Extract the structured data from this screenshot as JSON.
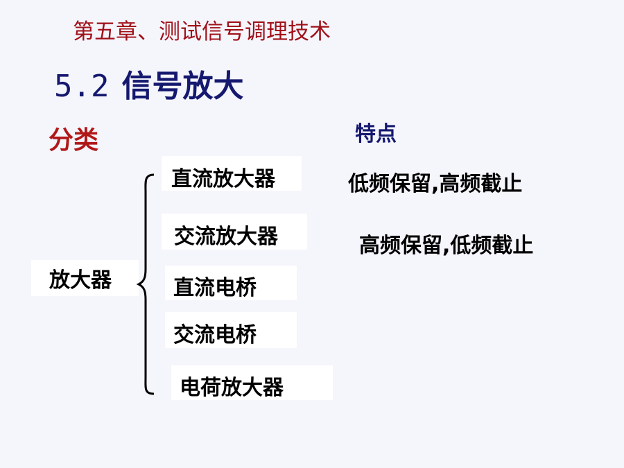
{
  "title": {
    "chapter": "第五章、测试信号调理技术",
    "section_number": "5.2",
    "section_title": "信号放大"
  },
  "headers": {
    "category": "分类",
    "features": "特点"
  },
  "root": "放大器",
  "types": [
    {
      "name": "直流放大器",
      "feature": "低频保留,高频截止"
    },
    {
      "name": "交流放大器",
      "feature": "高频保留,低频截止"
    },
    {
      "name": "直流电桥"
    },
    {
      "name": "交流电桥"
    },
    {
      "name": "电荷放大器"
    }
  ],
  "colors": {
    "chapter": "#a01018",
    "section": "#14186e",
    "category": "#b01818",
    "features": "#14186e"
  }
}
